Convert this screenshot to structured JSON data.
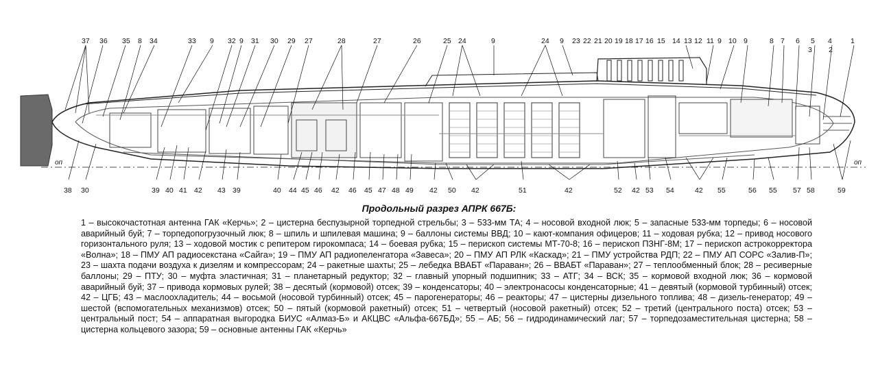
{
  "title": "Продольный разрез АПРК 667Б:",
  "axis_label": "оп",
  "legend": "1 – высокочастотная антенна ГАК «Керчь»; 2 – цистерна беспузырной торпедной стрельбы; 3 – 533-мм ТА; 4 – носовой входной люк; 5 – запасные 533-мм торпеды; 6 – носовой аварийный буй; 7 – торпедопогрузочный люк; 8 – шпиль и шпилевая машина; 9 – баллоны системы ВВД; 10 – кают-компания офицеров; 11 – ходовая рубка; 12 – привод носового горизонтального руля; 13 – ходовой мостик с репитером гирокомпаса; 14 – боевая рубка; 15 – перископ системы МТ-70-8; 16 – перископ ПЗНГ-8М; 17 – перископ астрокорректора «Волна»; 18 – ПМУ АП радиосекстана «Сайга»; 19 – ПМУ АП радиопеленгатора «Завеса»; 20 – ПМУ АП РЛК «Каскад»; 21 – ПМУ устройства РДП; 22 – ПМУ АП СОРС «Залив-П»; 23 – шахта подачи воздуха к дизелям и компрессорам; 24 – ракетные шахты; 25 – лебедка ВВАБТ «Параван»; 26 – ВВАБТ «Параван»; 27 – теплообменный блок; 28 – ресиверные баллоны; 29 – ПТУ; 30 – муфта эластичная; 31 – планетарный редуктор; 32 – главный упорный подшипник; 33 – АТГ; 34 – ВСК; 35 – кормовой входной люк; 36 – кормовой аварийный буй; 37 – привода кормовых рулей; 38 – десятый (кормовой) отсек; 39 – конденсаторы; 40 – электронасосы конденсаторные; 41 – девятый (кормовой турбинный) отсек; 42 – ЦГБ; 43 – маслоохладитель; 44 – восьмой (носовой турбинный) отсек; 45 – парогенераторы; 46 – реакторы; 47 – цистерны дизельного топлива; 48 – дизель-генератор; 49 – шестой (вспомогательных механизмов) отсек; 50 – пятый (кормовой ракетный) отсек; 51 – четвертый (носовой ракетный) отсек; 52 – третий (центрального поста) отсек; 53 – центральный пост; 54 – аппаратная выгородка БИУС «Алмаз-Б» и АКЦВС «Альфа-667БД»; 55 – АБ; 56 – гидродинамический лаг; 57 – торпедозаместительная цистерна; 58 – цистерна кольцевого зазора; 59 – основные антенны ГАК «Керчь»",
  "top_callouts": [
    "37",
    "36",
    "35",
    "8",
    "34",
    "33",
    "9",
    "32",
    "9",
    "31",
    "30",
    "29",
    "27",
    "28",
    "27",
    "26",
    "25",
    "24",
    "9",
    "24",
    "9",
    "23",
    "22",
    "21",
    "20",
    "19",
    "18",
    "17",
    "16",
    "15",
    "14",
    "13",
    "12",
    "11",
    "9",
    "10",
    "9",
    "8",
    "7",
    "6",
    "5",
    "4",
    "3",
    "2",
    "1"
  ],
  "bottom_callouts": [
    "38",
    "30",
    "39",
    "40",
    "41",
    "42",
    "43",
    "39",
    "40",
    "44",
    "45",
    "46",
    "42",
    "46",
    "45",
    "47",
    "48",
    "49",
    "42",
    "50",
    "42",
    "51",
    "42",
    "52",
    "42",
    "53",
    "54",
    "42",
    "55",
    "56",
    "55",
    "57",
    "58",
    "59"
  ]
}
